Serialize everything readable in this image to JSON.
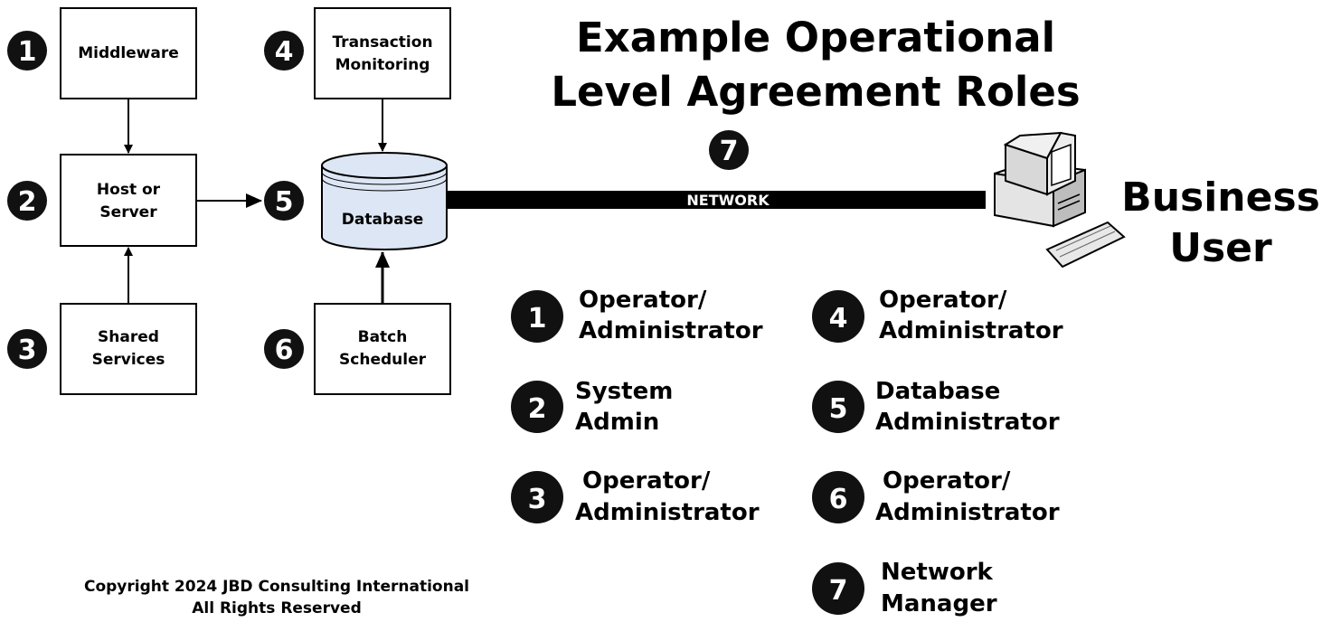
{
  "title": {
    "line1": "Example Operational",
    "line2": "Level Agreement Roles"
  },
  "components": [
    {
      "num": "1",
      "lines": [
        "Middleware"
      ]
    },
    {
      "num": "2",
      "lines": [
        "Host or",
        "Server"
      ]
    },
    {
      "num": "3",
      "lines": [
        "Shared",
        "Services"
      ]
    },
    {
      "num": "4",
      "lines": [
        "Transaction",
        "Monitoring"
      ]
    },
    {
      "num": "5",
      "lines": [
        "Database"
      ]
    },
    {
      "num": "6",
      "lines": [
        "Batch",
        "Scheduler"
      ]
    }
  ],
  "network": {
    "num": "7",
    "label": "NETWORK"
  },
  "business_user": {
    "line1": "Business",
    "line2": "User"
  },
  "roles": [
    {
      "num": "1",
      "lines": [
        "Operator/",
        "Administrator"
      ]
    },
    {
      "num": "2",
      "lines": [
        "System",
        "Admin"
      ]
    },
    {
      "num": "3",
      "lines": [
        "Operator/",
        "Administrator"
      ]
    },
    {
      "num": "4",
      "lines": [
        "Operator/",
        "Administrator"
      ]
    },
    {
      "num": "5",
      "lines": [
        "Database",
        "Administrator"
      ]
    },
    {
      "num": "6",
      "lines": [
        "Operator/",
        "Administrator"
      ]
    },
    {
      "num": "7",
      "lines": [
        "Network",
        "Manager"
      ]
    }
  ],
  "copyright": {
    "line1": "Copyright 2024 JBD Consulting International",
    "line2": "All Rights Reserved"
  },
  "colors": {
    "badge": "#111111",
    "database_fill": "#dde6f4",
    "network_line": "#000000"
  }
}
